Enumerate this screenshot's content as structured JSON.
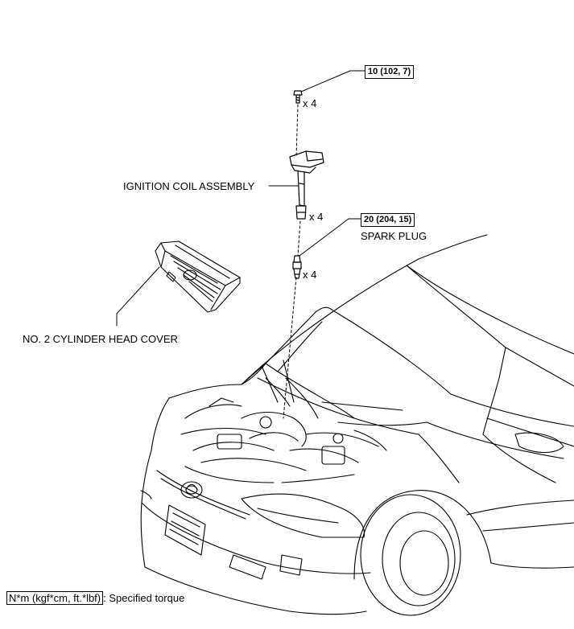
{
  "parts": {
    "bolt_torque": "10 (102, 7)",
    "bolt_qty": "x 4",
    "coil_label": "IGNITION COIL ASSEMBLY",
    "coil_qty": "x 4",
    "plug_torque": "20 (204, 15)",
    "plug_label": "SPARK PLUG",
    "plug_qty": "x 4",
    "cover_label": "NO. 2 CYLINDER HEAD COVER"
  },
  "legend": {
    "unit_box": "N*m (kgf*cm, ft.*lbf)",
    "unit_desc": ": Specified torque"
  }
}
